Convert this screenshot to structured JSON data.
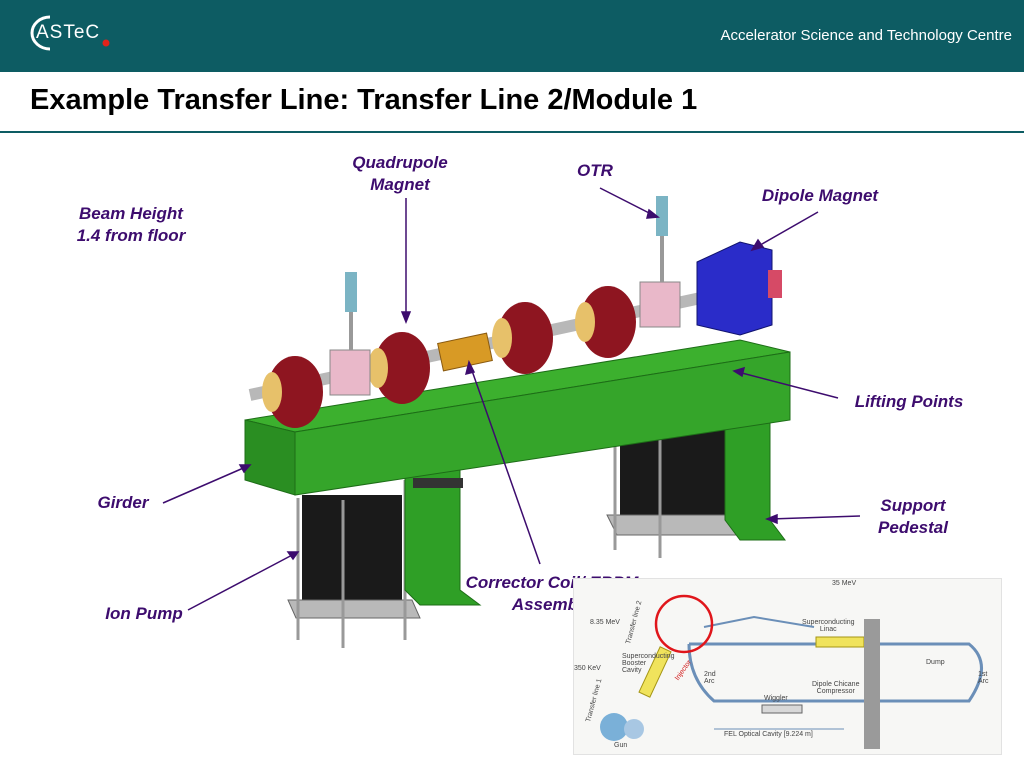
{
  "header": {
    "logo_text": "ASTeC",
    "organization": "Accelerator Science and Technology Centre"
  },
  "slide": {
    "title": "Example Transfer Line: Transfer Line 2/Module 1"
  },
  "labels": {
    "quadrupole": "Quadrupole\nMagnet",
    "otr": "OTR",
    "dipole": "Dipole Magnet",
    "beam_height": "Beam Height\n1.4 from floor",
    "lifting_points": "Lifting Points",
    "girder": "Girder",
    "support_pedestal": "Support\nPedestal",
    "corrector": "Corrector Coil/ EBPM\nAssembly",
    "ion_pump": "Ion Pump"
  },
  "inset": {
    "energy_top": "35 MeV",
    "energy_mid": "8.35 MeV",
    "energy_low": "350 KeV",
    "linac": "Superconducting\nLinac",
    "booster": "Superconducting\nBooster\nCavity",
    "injector": "Injector",
    "arc2": "2nd\nArc",
    "arc1": "1st\nArc",
    "chicane": "Dipole Chicane\nCompressor",
    "wiggler": "Wiggler",
    "dump": "Dump",
    "cavity": "FEL Optical Cavity [9.224 m]",
    "gun": "Gun",
    "tl1": "Transfer line 1",
    "tl2": "Transfer line 2"
  },
  "colors": {
    "banner": "#0d5c63",
    "label_text": "#3d0c6e",
    "girder_green": "#2e9e25",
    "magnet_red": "#8e1520",
    "dipole_blue": "#2a2cc9",
    "highlight_circle": "#e0161b"
  }
}
